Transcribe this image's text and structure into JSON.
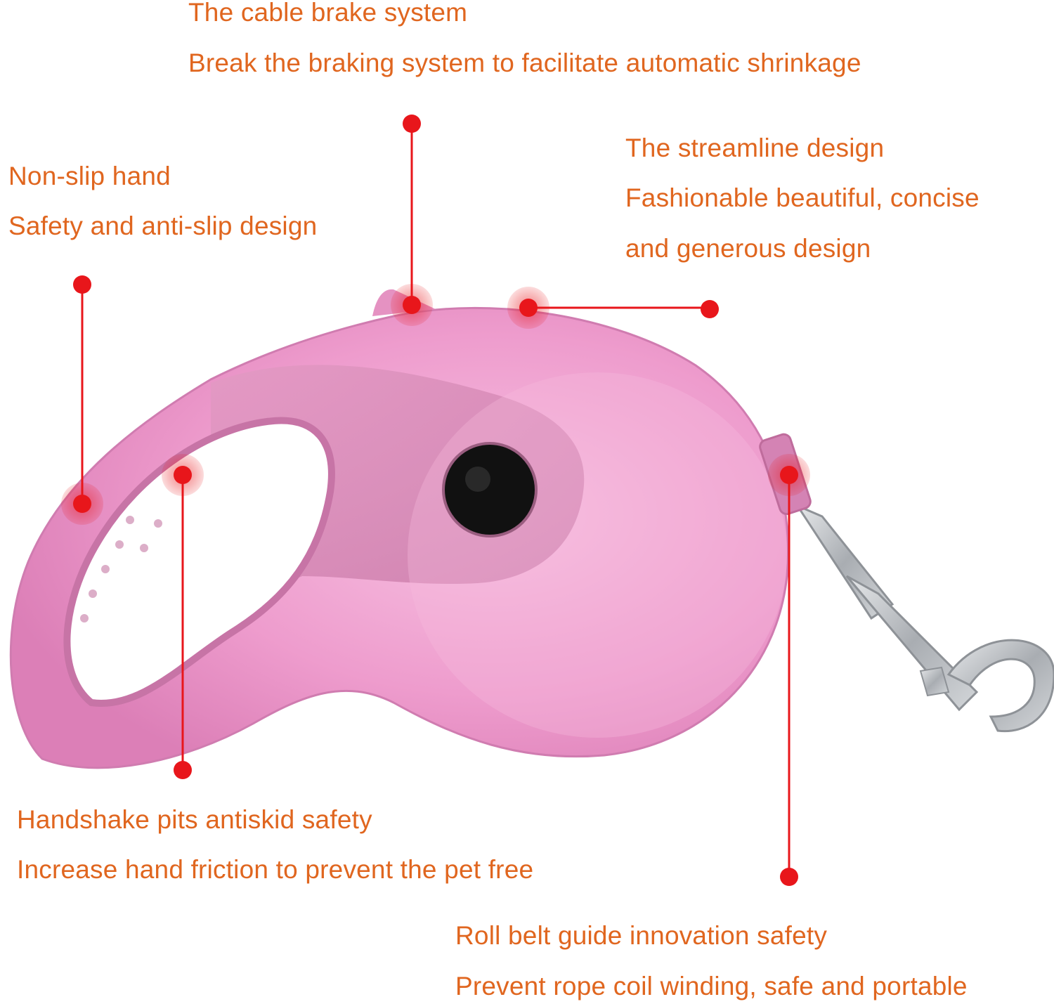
{
  "callouts": {
    "cable_brake": {
      "title": "The cable brake system",
      "description": "Break the braking system to facilitate automatic shrinkage"
    },
    "non_slip": {
      "title": "Non-slip hand",
      "description": "Safety and anti-slip design"
    },
    "streamline": {
      "title": "The streamline design",
      "description_line1": "Fashionable beautiful, concise",
      "description_line2": "and generous design"
    },
    "handshake_pits": {
      "title": "Handshake pits antiskid safety",
      "description": "Increase hand friction to prevent the pet free"
    },
    "roll_belt": {
      "title": "Roll belt guide innovation safety",
      "description": "Prevent rope coil winding, safe and portable"
    }
  },
  "colors": {
    "text": "#e0661f",
    "marker": "#e8161b",
    "product_body": "#ee9ccd",
    "product_grip": "#d58ab4",
    "button": "#111111",
    "hook": "#b9bcc0"
  }
}
